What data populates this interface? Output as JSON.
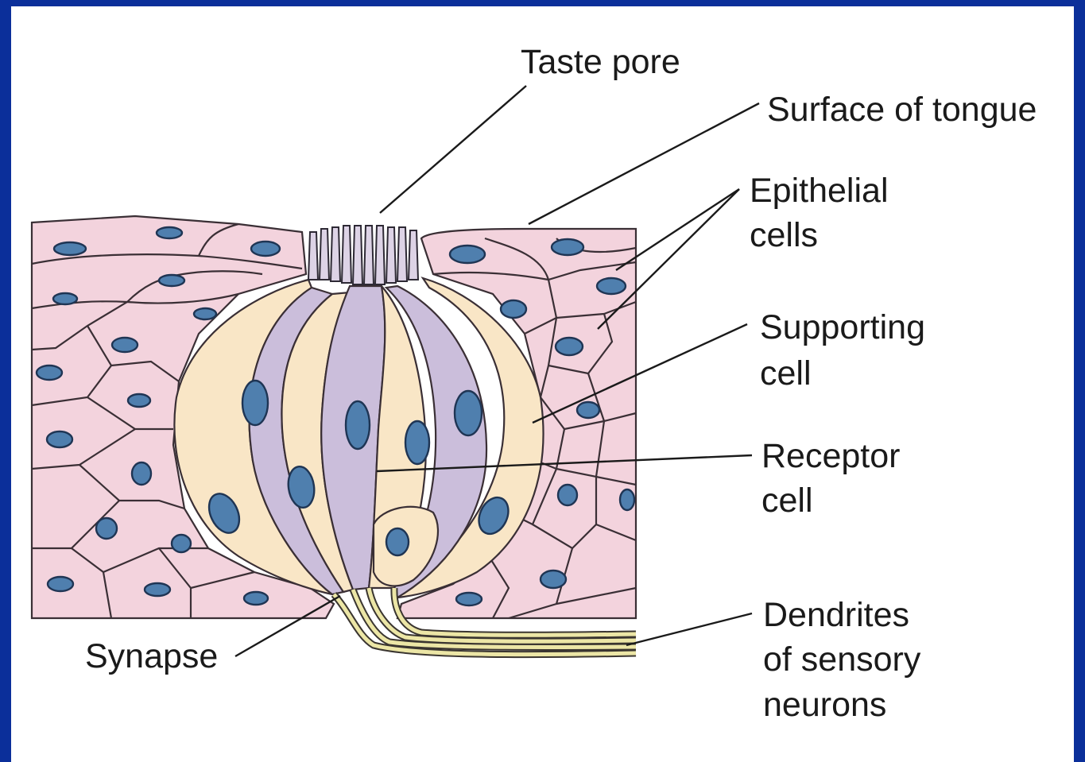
{
  "labels": {
    "taste_pore": "Taste pore",
    "surface_of_tongue": "Surface of tongue",
    "epithelial_line1": "Epithelial",
    "epithelial_line2": "cells",
    "supporting_line1": "Supporting",
    "supporting_line2": "cell",
    "receptor_line1": "Receptor",
    "receptor_line2": "cell",
    "synapse": "Synapse",
    "dendrites_line1": "Dendrites",
    "dendrites_line2": "of sensory",
    "dendrites_line3": "neurons"
  },
  "colors": {
    "border": "#0b2f9a",
    "epithelium": "#f3d3dd",
    "supporting_cell": "#f9e6c6",
    "receptor_cell": "#cbbedb",
    "nucleus": "#4f7fae",
    "dendrite": "#ece6a6"
  }
}
